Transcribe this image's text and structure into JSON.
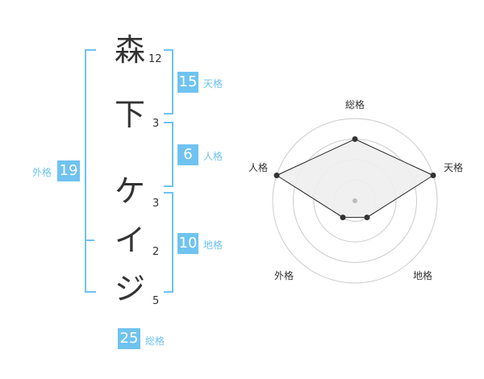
{
  "colors": {
    "accent": "#6fc3f0",
    "text": "#333333",
    "ring": "#cccccc",
    "fill": "#eeeeee"
  },
  "name": {
    "chars": [
      {
        "char": "森",
        "strokes": "12"
      },
      {
        "char": "下",
        "strokes": "3"
      },
      {
        "char": "ケ",
        "strokes": "3"
      },
      {
        "char": "イ",
        "strokes": "2"
      },
      {
        "char": "ジ",
        "strokes": "5"
      }
    ]
  },
  "kakusu": {
    "tenkaku": {
      "value": "15",
      "label": "天格"
    },
    "jinkaku": {
      "value": "6",
      "label": "人格"
    },
    "chikaku": {
      "value": "10",
      "label": "地格"
    },
    "gaikaku": {
      "value": "19",
      "label": "外格"
    },
    "soukaku": {
      "value": "25",
      "label": "総格"
    }
  },
  "chart_data": {
    "type": "radar",
    "axes": [
      "総格",
      "天格",
      "地格",
      "外格",
      "人格"
    ],
    "rings": 4,
    "values": [
      3,
      4,
      1,
      1,
      4
    ],
    "max": 5
  }
}
